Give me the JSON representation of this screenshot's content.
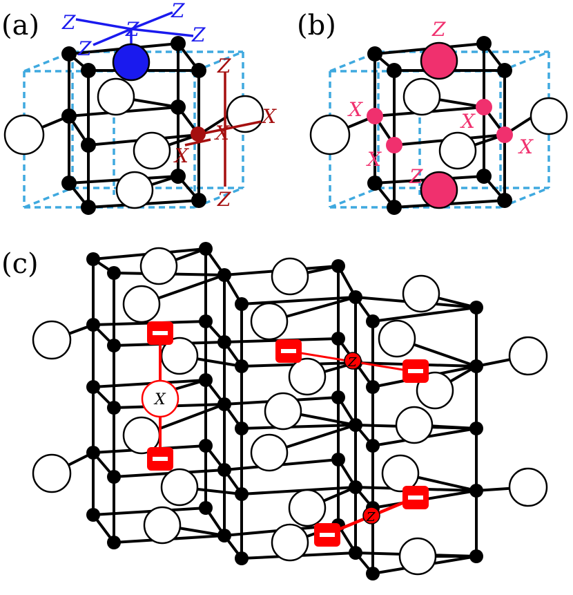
{
  "panels": {
    "a": {
      "label": "(a)"
    },
    "b": {
      "label": "(b)"
    },
    "c": {
      "label": "(c)"
    }
  },
  "ops": {
    "z": "Z",
    "x": "X"
  },
  "colors": {
    "lattice": "#000000",
    "dashed_cube": "#3fa9df",
    "blue_op": "#1a1aee",
    "darkred_op": "#a50f0f",
    "pink_op": "#f0306e",
    "excitation": "#ff0000"
  }
}
